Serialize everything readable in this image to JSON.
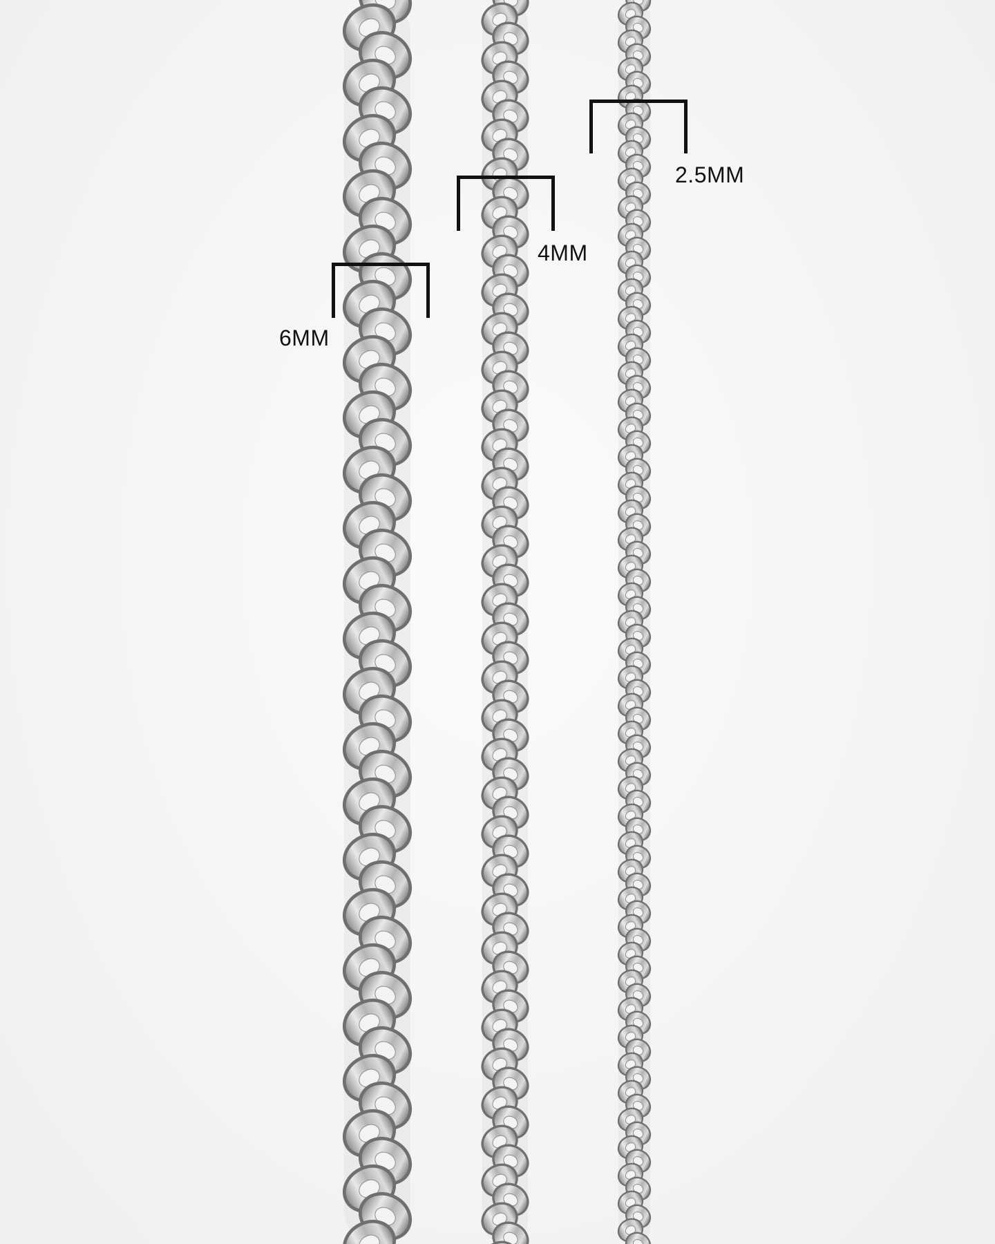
{
  "photo": {
    "background_color": "#f6f6f6",
    "chain_metal_color": "#c8c8c8"
  },
  "chains": [
    {
      "id": "6mm",
      "label": "6MM"
    },
    {
      "id": "4mm",
      "label": "4MM"
    },
    {
      "id": "2.5mm",
      "label": "2.5MM"
    }
  ]
}
